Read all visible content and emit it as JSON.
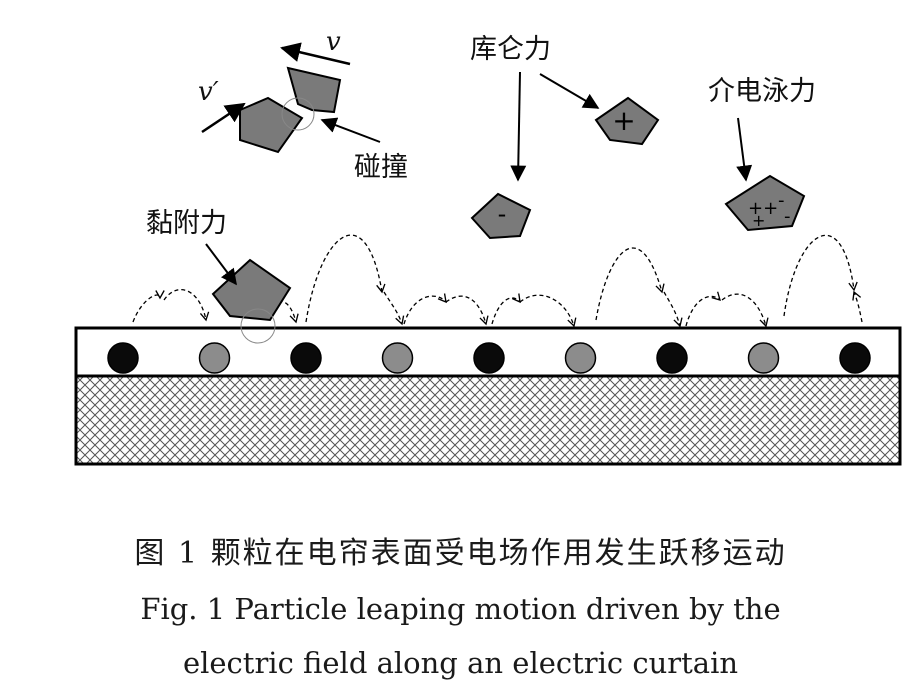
{
  "labels": {
    "velocity_v": "v",
    "velocity_v_prime": "v′",
    "collision": "碰撞",
    "coulomb_force": "库仑力",
    "dielectrophoretic_force": "介电泳力",
    "adhesion_force": "黏附力",
    "plus_sign": "+",
    "minus_sign": "-"
  },
  "caption": {
    "zh": "图 1   颗粒在电帘表面受电场作用发生跃移运动",
    "en_line1": "Fig. 1   Particle leaping motion driven by the",
    "en_line2": "electric field along an electric curtain"
  },
  "colors": {
    "particle_fill": "#7a7a7a",
    "electrode_black": "#0a0a0a",
    "electrode_gray": "#8c8c8c",
    "substrate_hatch": "#555555"
  },
  "electrodes": [
    "black",
    "gray",
    "black",
    "gray",
    "black",
    "gray",
    "black",
    "gray",
    "black"
  ]
}
